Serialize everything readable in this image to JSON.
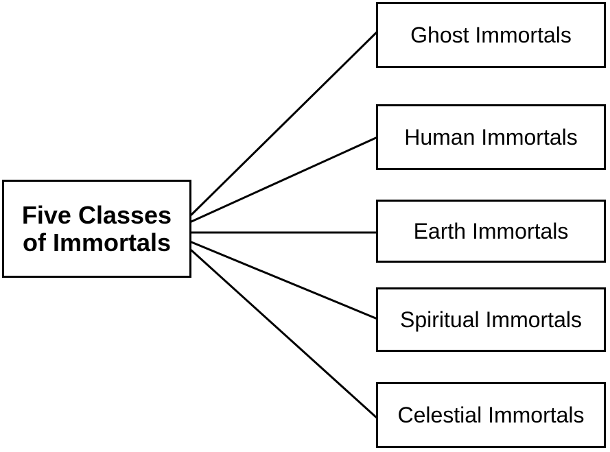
{
  "root": {
    "label": "Five Classes\nof Immortals"
  },
  "children": [
    {
      "label": "Ghost Immortals"
    },
    {
      "label": "Human Immortals"
    },
    {
      "label": "Earth Immortals"
    },
    {
      "label": "Spiritual Immortals"
    },
    {
      "label": "Celestial Immortals"
    }
  ],
  "colors": {
    "stroke": "#000000",
    "background": "#ffffff"
  }
}
